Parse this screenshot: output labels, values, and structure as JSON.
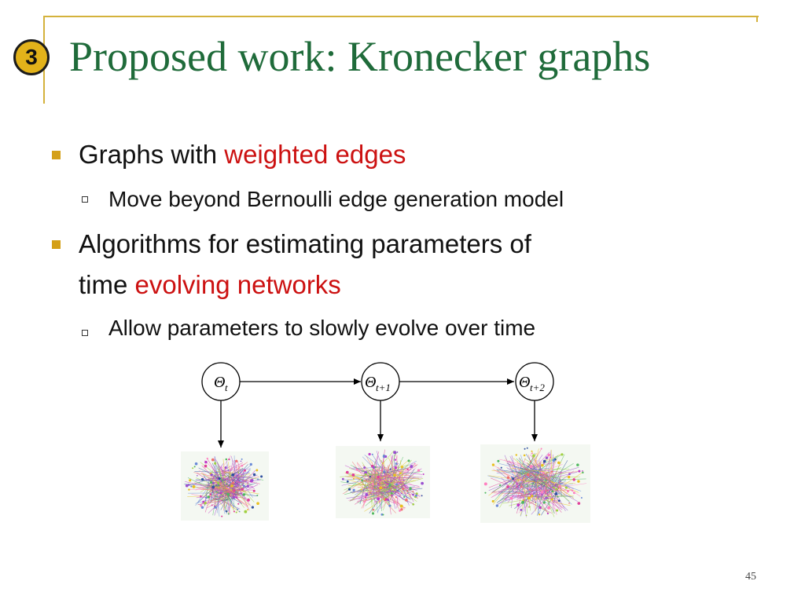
{
  "badge": {
    "number": "3"
  },
  "title": "Proposed work: Kronecker graphs",
  "bullets": [
    {
      "text_plain": "Graphs with ",
      "text_highlight": "weighted edges"
    },
    {
      "sub": "Move beyond Bernoulli edge generation model"
    },
    {
      "line1": "Algorithms for estimating parameters of",
      "line2_plain": "time ",
      "line2_highlight": "evolving networks"
    },
    {
      "sub": "Allow parameters to slowly evolve over time"
    }
  ],
  "diagram": {
    "nodes": [
      {
        "symbol": "Θ",
        "subscript": "t"
      },
      {
        "symbol": "Θ",
        "subscript": "t+1"
      },
      {
        "symbol": "Θ",
        "subscript": "t+2"
      }
    ],
    "network_images": [
      "network-graph-t",
      "network-graph-t1",
      "network-graph-t2"
    ]
  },
  "page_number": "45",
  "colors": {
    "title": "#1f6b3a",
    "accent_gold": "#d4b23c",
    "highlight_red": "#cc1111",
    "badge_fill": "#e2b21a"
  }
}
